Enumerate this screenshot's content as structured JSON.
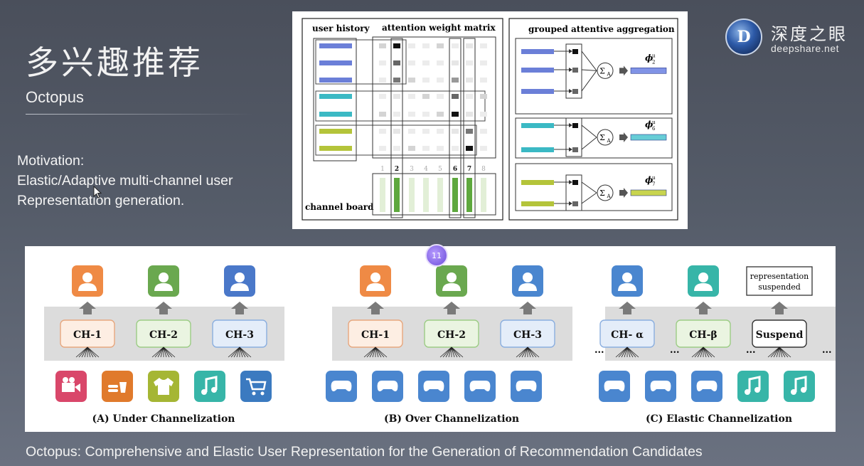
{
  "slide": {
    "title": "多兴趣推荐",
    "subtitle": "Octopus",
    "motivation_line1": "Motivation:",
    "motivation_line2": "Elastic/Adaptive multi-channel user",
    "motivation_line3": "Representation generation.",
    "citation": "Octopus: Comprehensive and Elastic User Representation for the Generation of Recommendation Candidates"
  },
  "logo": {
    "letter": "D",
    "name_cn": "深度之眼",
    "name_en": "deepshare.net"
  },
  "top_figure": {
    "user_history": "user history",
    "attention_weight_matrix": "attention weight matrix",
    "grouped_attentive_aggregation": "grouped attentive aggregation",
    "channel_board": "channel board",
    "columns": [
      "1",
      "2",
      "3",
      "4",
      "5",
      "6",
      "7",
      "8"
    ],
    "highlight_columns": [
      "2",
      "6",
      "7"
    ],
    "sum_symbol": "Σ",
    "sum_sub": "A",
    "outputs": [
      {
        "phi": "ϕ",
        "sup": "u",
        "sub": "2"
      },
      {
        "phi": "ϕ",
        "sup": "u",
        "sub": "6"
      },
      {
        "phi": "ϕ",
        "sup": "u",
        "sub": "7"
      }
    ],
    "colors": {
      "blue": "#6b7fd8",
      "teal": "#3bb9c4",
      "olive": "#b4c43a",
      "green": "#5ea83e",
      "lightgreen": "#e2efd7"
    }
  },
  "bottom_figure": {
    "panels": [
      {
        "caption": "(A) Under Channelization",
        "channels": [
          "CH-1",
          "CH-2",
          "CH-3"
        ],
        "users": [
          "#ef8a45",
          "#6aa84f",
          "#4a78c9"
        ],
        "box_fills": [
          "#fdeee3",
          "#eaf4e1",
          "#e4edf9"
        ],
        "box_borders": [
          "#e7a77e",
          "#9ccc85",
          "#8aaedf"
        ],
        "items": [
          "video-camera-icon",
          "fast-food-icon",
          "shirt-icon",
          "music-icon",
          "shopping-cart-icon"
        ],
        "item_colors": [
          "#d9476a",
          "#e07a2c",
          "#a5b634",
          "#37b5a8",
          "#3b7ac0"
        ]
      },
      {
        "caption": "(B) Over Channelization",
        "channels": [
          "CH-1",
          "CH-2",
          "CH-3"
        ],
        "users": [
          "#ef8a45",
          "#6aa84f",
          "#4a86cf"
        ],
        "box_fills": [
          "#fdeee3",
          "#eaf4e1",
          "#e4edf9"
        ],
        "box_borders": [
          "#e7a77e",
          "#9ccc85",
          "#8aaedf"
        ],
        "items": [
          "gamepad-icon",
          "gamepad-icon",
          "gamepad-icon",
          "gamepad-icon",
          "gamepad-icon"
        ],
        "item_colors": [
          "#4a86cf",
          "#4a86cf",
          "#4a86cf",
          "#4a86cf",
          "#4a86cf"
        ]
      },
      {
        "caption": "(C) Elastic Channelization",
        "channels": [
          "CH- α",
          "CH-β",
          "Suspend"
        ],
        "users": [
          "#4a86cf",
          "#37b5a8"
        ],
        "suspended_label_line1": "representation",
        "suspended_label_line2": "suspended",
        "box_fills": [
          "#e4edf9",
          "#eaf4e1",
          "#ffffff"
        ],
        "box_borders": [
          "#8aaedf",
          "#9ccc85",
          "#333333"
        ],
        "items": [
          "gamepad-icon",
          "gamepad-icon",
          "gamepad-icon",
          "music-icon",
          "music-icon"
        ],
        "item_colors": [
          "#4a86cf",
          "#4a86cf",
          "#4a86cf",
          "#37b5a8",
          "#37b5a8"
        ],
        "ellipsis": "..."
      }
    ]
  },
  "overlay_badge": "11"
}
